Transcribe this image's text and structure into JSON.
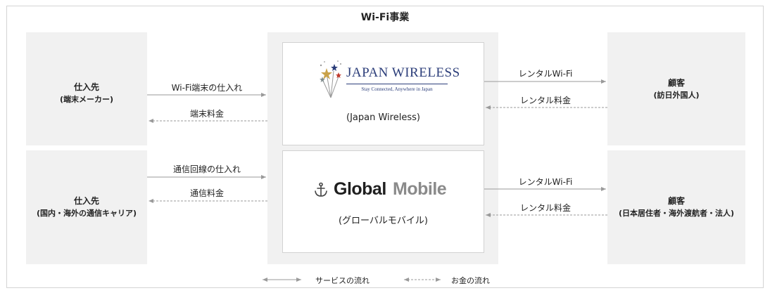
{
  "title": "Wi-Fi事業",
  "left_top": {
    "title": "仕入先",
    "subtitle": "(端末メーカー)"
  },
  "left_bottom": {
    "title": "仕入先",
    "subtitle": "(国内・海外の通信キャリア)"
  },
  "right_top": {
    "title": "顧客",
    "subtitle": "(訪日外国人)"
  },
  "right_bottom": {
    "title": "顧客",
    "subtitle": "(日本居住者・海外渡航者・法人)"
  },
  "jw": {
    "logo_text": "JAPAN WIRELESS",
    "logo_tagline": "Stay Connected, Anywhere in Japan",
    "caption": "(Japan Wireless)"
  },
  "gm": {
    "logo_word1": "Global",
    "logo_word2": "Mobile",
    "caption": "(グローバルモバイル)"
  },
  "flows": {
    "top_left_in": "Wi-Fi端末の仕入れ",
    "top_left_money": "端末料金",
    "bottom_left_in": "通信回線の仕入れ",
    "bottom_left_money": "通信料金",
    "top_right_out": "レンタルWi-Fi",
    "top_right_money": "レンタル料金",
    "bottom_right_out": "レンタルWi-Fi",
    "bottom_right_money": "レンタル料金"
  },
  "legend": {
    "service": "サービスの流れ",
    "money": "お金の流れ"
  },
  "colors": {
    "panel": "#f1f1f1",
    "arrow": "#9a9a9a",
    "logo_blue": "#2c3e7a"
  }
}
